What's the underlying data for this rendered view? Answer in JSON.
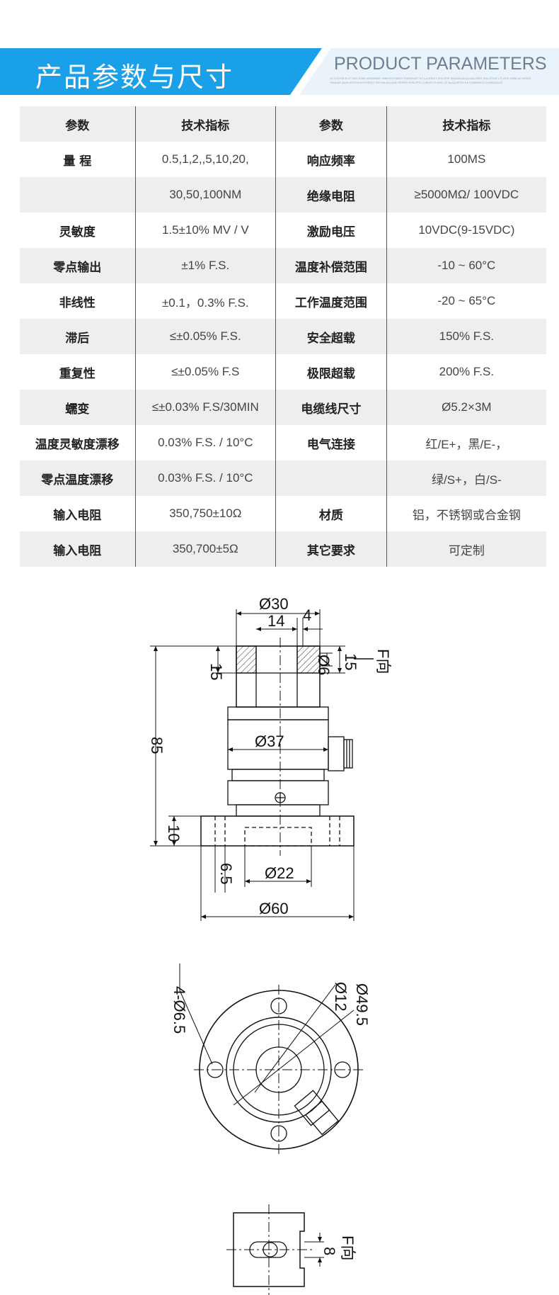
{
  "header": {
    "title_cn": "产品参数与尺寸",
    "title_en": "PRODUCT PARAMETERS",
    "fine_print": "OL DOLOR ELIT SED DIAM NONUMMY NIBH EUISMOD TINCIDUNT UT LAOREET DOLORE MAGNA ALIQUAM ERAT VOLUTPAT UT WISI ENIM AD MINIM VENIAM QUIS NOSTRUD EXERCI TATION ULLAMCORPER SUSCIPIT LOBORTIS NISL UT ALIQUIP EX EA COMMODO CONSEQUAT",
    "brand_color": "#1aa0e8"
  },
  "table": {
    "headers": [
      "参数",
      "技术指标",
      "参数",
      "技术指标"
    ],
    "rows": [
      [
        "量 程",
        "0.5,1,2,,5,10,20,",
        "响应频率",
        "100MS"
      ],
      [
        "",
        "30,50,100NM",
        "绝缘电阻",
        "≥5000MΩ/ 100VDC"
      ],
      [
        "灵敏度",
        "1.5±10% MV / V",
        "激励电压",
        "10VDC(9-15VDC)"
      ],
      [
        "零点输出",
        "±1% F.S.",
        "温度补偿范围",
        "-10 ~ 60°C"
      ],
      [
        "非线性",
        "±0.1，0.3% F.S.",
        "工作温度范围",
        "-20 ~ 65°C"
      ],
      [
        "滞后",
        "≤±0.05% F.S.",
        "安全超载",
        "150% F.S."
      ],
      [
        "重复性",
        "≤±0.05% F.S",
        "极限超载",
        "200% F.S."
      ],
      [
        "蠕变",
        "≤±0.03% F.S/30MIN",
        "电缆线尺寸",
        "Ø5.2×3M"
      ],
      [
        "温度灵敏度漂移",
        "0.03% F.S. / 10°C",
        "电气连接",
        "红/E+，黑/E-，"
      ],
      [
        "零点温度漂移",
        "0.03% F.S. / 10°C",
        "",
        "绿/S+，白/S-"
      ],
      [
        "输入电阻",
        "350,750±10Ω",
        "材质",
        "铝，不锈钢或合金钢"
      ],
      [
        "输入电阻",
        "350,700±5Ω",
        "其它要求",
        "可定制"
      ]
    ]
  },
  "drawing": {
    "d_top": "Ø30",
    "d_14": "14",
    "d_4": "4",
    "d_15a": "15",
    "d_6": "Ø6",
    "d_15b": "15",
    "force_label": "F向",
    "d_37": "Ø37",
    "d_85": "85",
    "d_10": "10",
    "d_22": "Ø22",
    "d_65": "6.5",
    "d_60": "Ø60",
    "holes": "4-Ø6.5",
    "d_12": "Ø12",
    "d_495": "Ø49.5",
    "d_8": "8",
    "force_label2": "F向"
  }
}
